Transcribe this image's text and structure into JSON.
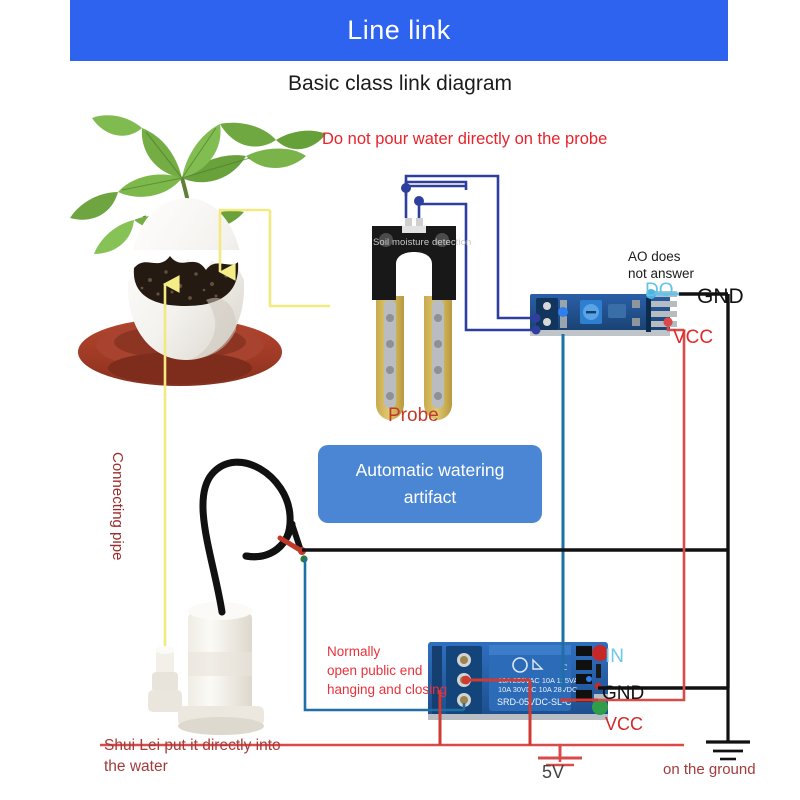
{
  "header": {
    "title": "Line link",
    "banner_color": "#2e63f0"
  },
  "subtitle": "Basic class link diagram",
  "annotations": {
    "warn_probe": "Do not pour water directly on the probe",
    "ao_note_line1": "AO does",
    "ao_note_line2": "not answer",
    "probe_label": "Probe",
    "soil_pcb_silkscreen": "Soil moisture detection",
    "connecting_pipe": "Connecting pipe",
    "shui_lei_line1": "Shui Lei put it directly into",
    "shui_lei_line2": "the water",
    "normally_open_line1": "Normally",
    "normally_open_line2": "open public end",
    "normally_open_line3": "hanging and closing",
    "on_the_ground": "on the ground",
    "five_volt": "5V"
  },
  "callout": {
    "line1": "Automatic watering",
    "line2": "artifact",
    "fill": "#4a86d4"
  },
  "pins": {
    "sensor_do": "DO",
    "sensor_gnd": "GND",
    "sensor_vcc": "VCC",
    "relay_in": "IN",
    "relay_gnd": "GND",
    "relay_vcc": "VCC"
  },
  "relay_silkscreen": {
    "part": "SRD-05VDC-SL-C",
    "rating_line1": "10A 250VAC   10A 125VAC",
    "rating_line2": "10A 30VDC   10A 28VDC"
  },
  "colors": {
    "wire_black": "#111111",
    "wire_red": "#d94a4a",
    "wire_blue_dark": "#2f3f9e",
    "wire_blue_steel": "#1d6fa5",
    "wire_yellow": "#f2e87a",
    "banner_blue": "#2e63f0",
    "callout_blue": "#4a86d4",
    "note_red": "#e8323a"
  }
}
